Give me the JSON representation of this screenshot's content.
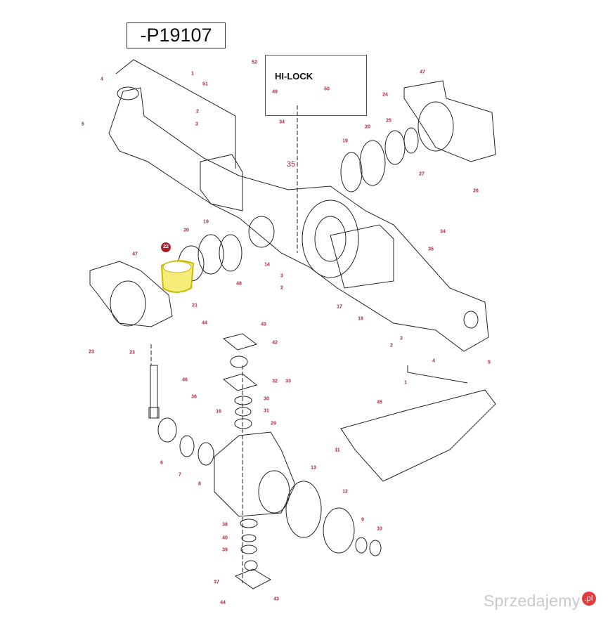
{
  "title": "-P19107",
  "hilock_label": "HI-LOCK",
  "highlighted_part": "22",
  "highlight_color": "#f5ec7a",
  "callout_color": "#b0283c",
  "callouts": [
    "52",
    "1",
    "51",
    "4",
    "5",
    "2",
    "3",
    "34",
    "35",
    "49",
    "50",
    "47",
    "24",
    "20",
    "25",
    "19",
    "27",
    "26",
    "20",
    "19",
    "22",
    "47",
    "14",
    "48",
    "3",
    "2",
    "21",
    "17",
    "18",
    "34",
    "35",
    "44",
    "43",
    "42",
    "32",
    "33",
    "30",
    "31",
    "29",
    "36",
    "16",
    "46",
    "23",
    "23",
    "2",
    "3",
    "4",
    "5",
    "1",
    "45",
    "11",
    "13",
    "12",
    "9",
    "10",
    "6",
    "7",
    "8",
    "38",
    "40",
    "39",
    "37",
    "44",
    "43"
  ],
  "watermark": {
    "text": "Sprzedajemy",
    "suffix": ".pl"
  }
}
